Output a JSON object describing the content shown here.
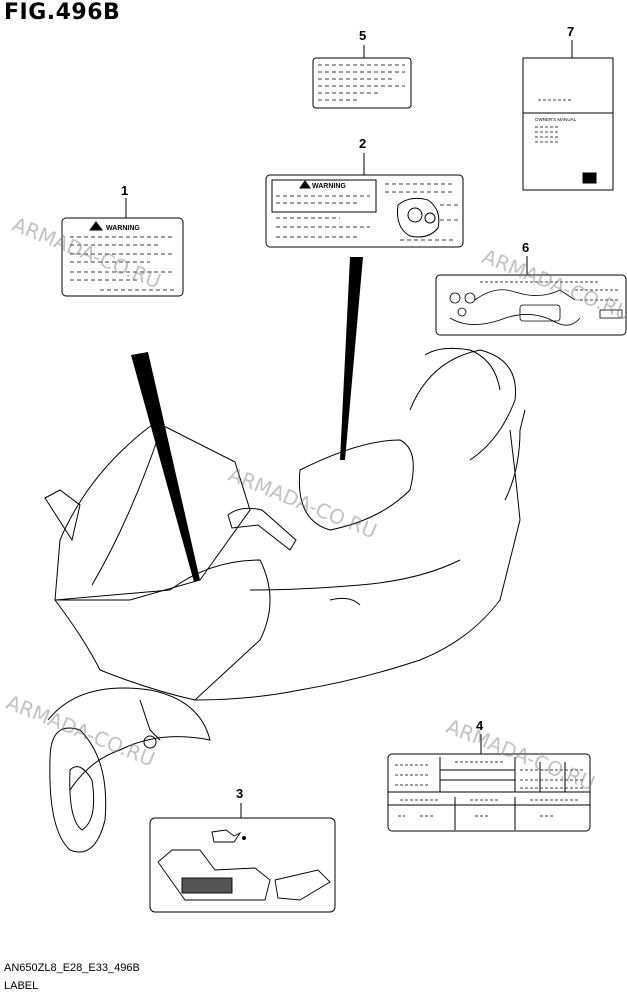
{
  "figure": {
    "title": "FIG.496B",
    "code": "AN650ZL8_E28_E33_496B",
    "name": "LABEL"
  },
  "callouts": [
    "1",
    "2",
    "3",
    "4",
    "5",
    "6",
    "7"
  ],
  "labels": {
    "warning_text": "WARNING",
    "manual_text": "OWNER'S MANUAL"
  },
  "watermark": "ARMADA-CO.RU"
}
